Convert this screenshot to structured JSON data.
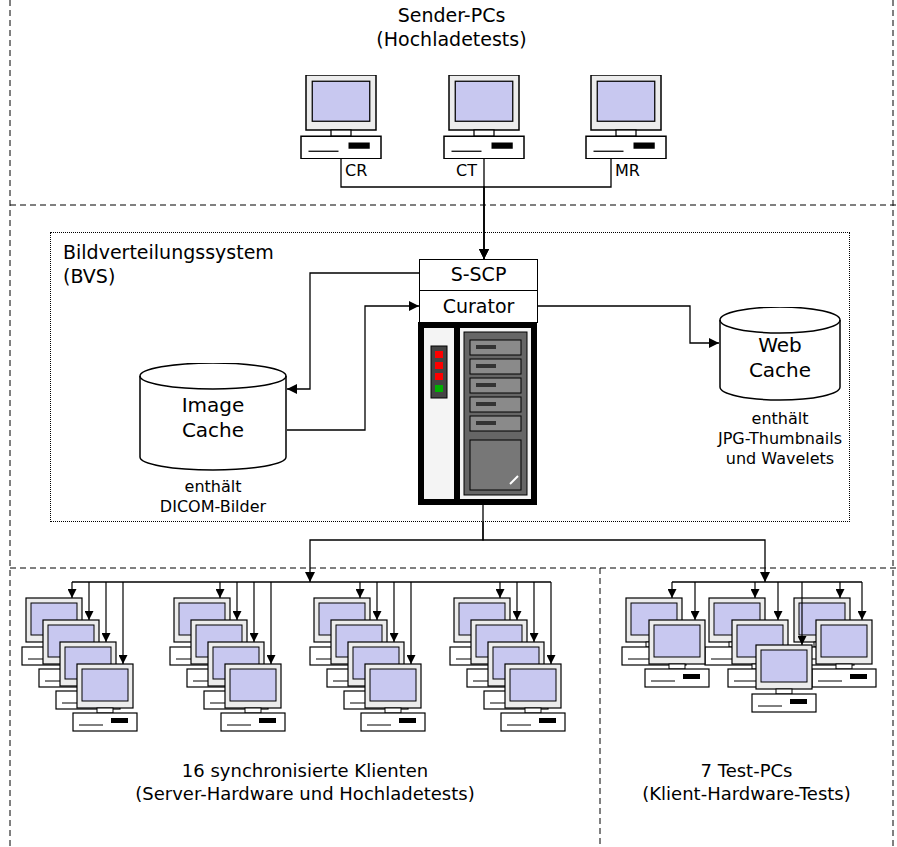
{
  "diagram": {
    "nodes": [
      {
        "text": [
          "Sender-PCs (Hochladetests)"
        ]
      },
      {
        "text": [
          "CR"
        ],
        "in": 0
      },
      {
        "text": [
          "CT"
        ],
        "in": 0
      },
      {
        "text": [
          "MR"
        ],
        "in": 0
      },
      {
        "text": [
          "Bildverteilungssystem (BVS)"
        ]
      },
      {
        "text": [
          "S-SCP"
        ],
        "in": 4
      },
      {
        "text": [
          "Curator"
        ],
        "in": 4
      },
      {
        "text": [
          "Image Cache",
          "enthält DICOM-Bilder"
        ],
        "in": 4
      },
      {
        "text": [
          "Web Cache",
          "enthält JPG-Thumbnails und Wavelets"
        ],
        "in": 4
      },
      {
        "text": [
          "16 synchronisierte Klienten (Server-Hardware und Hochladetests)"
        ]
      },
      {
        "text": [
          "7 Test-PCs (Klient-Hardware-Tests)"
        ]
      }
    ],
    "edges": [
      {
        "from": 1,
        "to": 5,
        "arrow": "to"
      },
      {
        "from": 2,
        "to": 5,
        "arrow": "to"
      },
      {
        "from": 3,
        "to": 5,
        "arrow": "to"
      },
      {
        "from": 5,
        "to": 7,
        "arrow": "to"
      },
      {
        "from": 7,
        "to": 6,
        "arrow": "to"
      },
      {
        "from": 6,
        "to": 8,
        "arrow": "to"
      },
      {
        "from": 4,
        "to": 9,
        "arrow": "to"
      },
      {
        "from": 4,
        "to": 10,
        "arrow": "to"
      }
    ]
  }
}
